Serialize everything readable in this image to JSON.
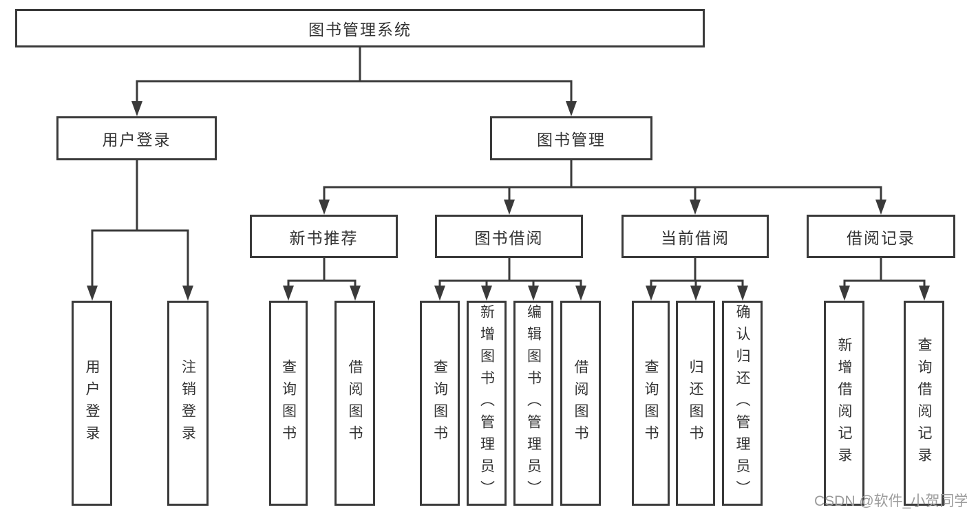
{
  "diagram_title": "图书管理系统",
  "nodes": {
    "root": {
      "label": "图书管理系统"
    },
    "level1": [
      {
        "label": "用户登录"
      },
      {
        "label": "图书管理"
      }
    ],
    "level2": [
      {
        "label": "新书推荐"
      },
      {
        "label": "图书借阅"
      },
      {
        "label": "当前借阅"
      },
      {
        "label": "借阅记录"
      }
    ],
    "leaves": {
      "login": [
        "用户登录",
        "注销登录"
      ],
      "recommend": [
        "查询图书",
        "借阅图书"
      ],
      "borrow": [
        "查询图书",
        "新增图书（管理员）",
        "编辑图书（管理员）",
        "借阅图书"
      ],
      "current": [
        "查询图书",
        "归还图书",
        "确认归还（管理员）"
      ],
      "records": [
        "新增借阅记录",
        "查询借阅记录"
      ]
    }
  },
  "watermark": "CSDN @软件_小贺同学",
  "colors": {
    "line": "#3a3a3a",
    "text": "#333333",
    "watermark": "#9b9b9b",
    "background": "#ffffff"
  }
}
